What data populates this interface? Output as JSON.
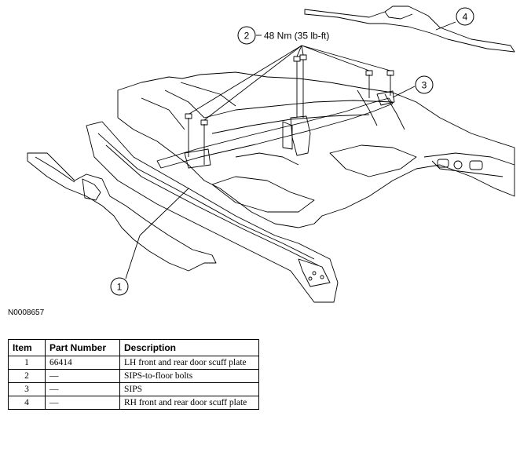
{
  "callouts": [
    {
      "number": "1"
    },
    {
      "number": "2",
      "text": "48 Nm (35 lb-ft)"
    },
    {
      "number": "3"
    },
    {
      "number": "4"
    }
  ],
  "figure_id": "N0008657",
  "table": {
    "headers": [
      "Item",
      "Part Number",
      "Description"
    ],
    "rows": [
      {
        "item": "1",
        "part": "66414",
        "desc": "LH front and rear door scuff plate"
      },
      {
        "item": "2",
        "part": "—",
        "desc": "SIPS-to-floor bolts"
      },
      {
        "item": "3",
        "part": "—",
        "desc": "SIPS"
      },
      {
        "item": "4",
        "part": "—",
        "desc": "RH front and rear door scuff plate"
      }
    ]
  }
}
